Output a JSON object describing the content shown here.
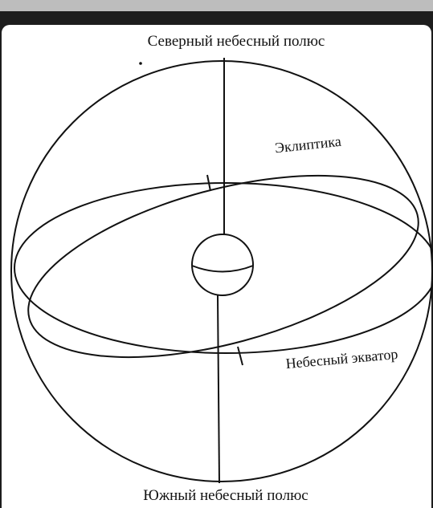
{
  "diagram": {
    "labels": {
      "north_pole": "Северный небесный полюс",
      "south_pole": "Южный небесный полюс",
      "ecliptic": "Эклиптика",
      "celestial_equator": "Небесный экватор"
    }
  }
}
